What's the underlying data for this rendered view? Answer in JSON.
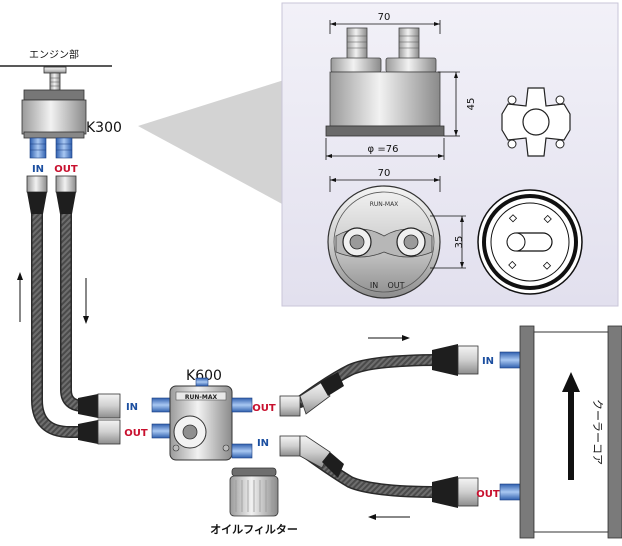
{
  "labels": {
    "engine": "エンジン部",
    "k300": "K300",
    "k600": "K600",
    "filter": "オイルフィルター",
    "cooler": "クーラーコア",
    "brand": "RUN-MAX",
    "in": "IN",
    "out": "OUT"
  },
  "detail_panel": {
    "top_width": "70",
    "height": "45",
    "diameter": "φ =76",
    "bottom_width": "70",
    "port_spacing": "35",
    "brand_small": "RUN-MAX",
    "in_small": "IN",
    "out_small": "OUT"
  },
  "colors": {
    "in_blue": "#1c4fa0",
    "out_red": "#c8102e",
    "panel_bg": "#eceaf4",
    "hose_dark": "#3a3a3a",
    "fitting_blue": "#5b8fd6"
  }
}
